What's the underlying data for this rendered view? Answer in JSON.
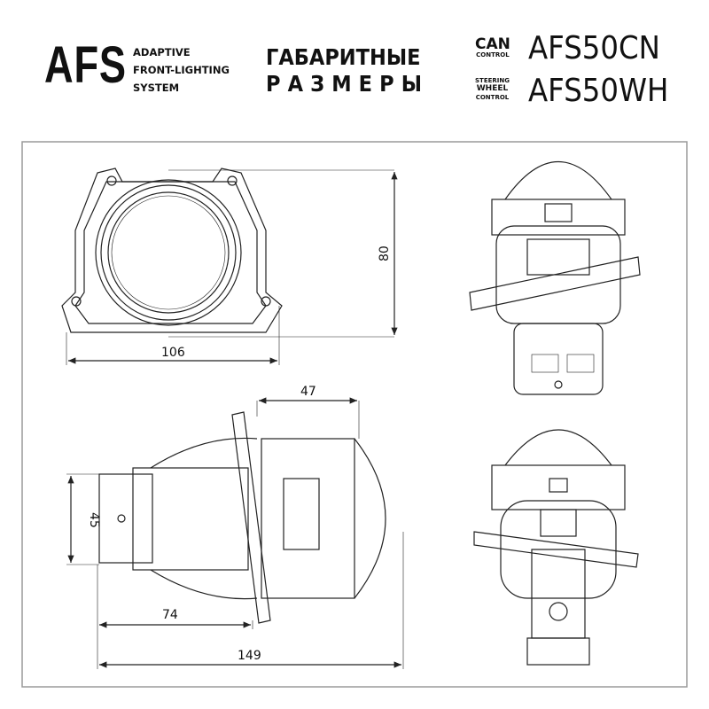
{
  "header": {
    "logo": "AFS",
    "logo_subtitle": [
      "ADAPTIVE",
      "FRONT-LIGHTING",
      "SYSTEM"
    ],
    "title_line1": "ГАБАРИТНЫЕ",
    "title_line2": "РАЗМЕРЫ",
    "models": [
      {
        "label_main": "CAN",
        "label_sub": "CONTROL",
        "code": "AFS50CN"
      },
      {
        "label_lines": [
          "STEERING",
          "WHEEL",
          "CONTROL"
        ],
        "code": "AFS50WH"
      }
    ]
  },
  "dimensions": {
    "front_width": "106",
    "front_height": "80",
    "side_lens_depth": "47",
    "side_body_height": "45",
    "side_rear_length": "74",
    "side_total_length": "149"
  },
  "colors": {
    "line": "#222222",
    "frame": "#9a9a9a"
  }
}
